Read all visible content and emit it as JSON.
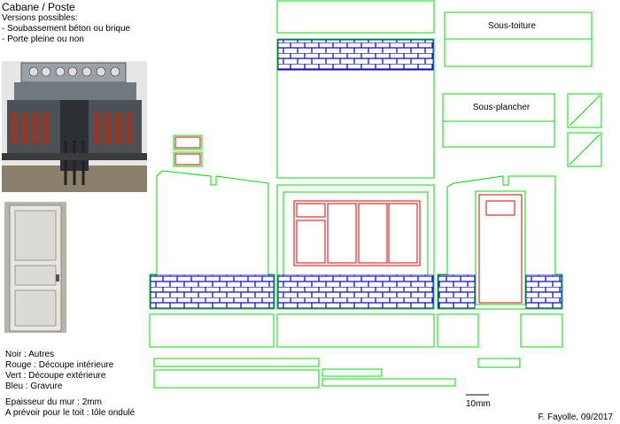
{
  "header": {
    "title": "Cabane / Poste",
    "versions_heading": "Versions possibles:",
    "versions": [
      "- Soubassement béton ou brique",
      "- Porte pleine ou non"
    ]
  },
  "parts": {
    "roof_label": "Sous-toiture",
    "floor_label": "Sous-plancher"
  },
  "legend": [
    "Noir : Autres",
    "Rouge : Découpe intérieure",
    "Vert : Découpe extérieure",
    "Bleu : Gravure"
  ],
  "notes": [
    "Epaisseur du mur : 2mm",
    "A prévoir pour le toit : tôle ondulé"
  ],
  "scale_label": "10mm",
  "author": "F. Fayolle, 09/2017",
  "colors": {
    "cut_outer": "#00dd00",
    "cut_inner": "#dd0000",
    "engrave": "#0000cc",
    "other": "#000000"
  }
}
